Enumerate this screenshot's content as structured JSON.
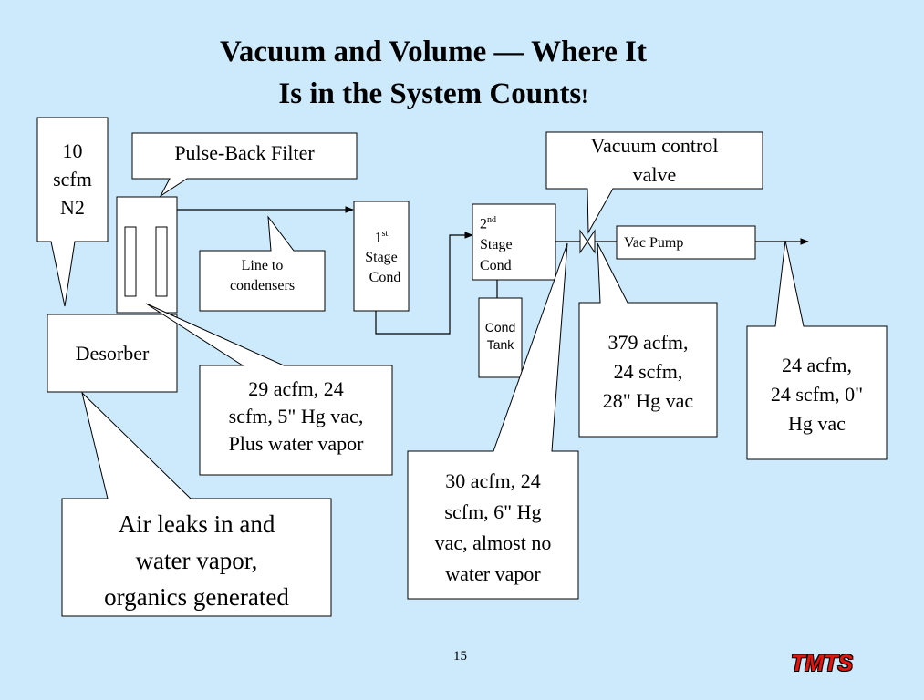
{
  "title": {
    "line1": "Vacuum and Volume — Where It",
    "line2_main": "Is in the System Counts",
    "line2_mark": "!"
  },
  "components": {
    "desorber": "Desorber",
    "stage1_num": "1",
    "stage1_sup": "st",
    "stage1_word": "Stage",
    "stage1_cond": "Cond",
    "stage2_num": "2",
    "stage2_sup": "nd",
    "stage2_word": "Stage",
    "stage2_cond": "Cond",
    "cond_tank_line1": "Cond",
    "cond_tank_line2": "Tank",
    "vac_pump": "Vac Pump"
  },
  "callouts": {
    "n2": [
      "10",
      "scfm",
      "N2"
    ],
    "filter": "Pulse-Back Filter",
    "line_to_condensers": [
      "Line to",
      "condensers"
    ],
    "vacuum_valve": [
      "Vacuum control",
      "valve"
    ],
    "filter_outlet": [
      "29 acfm, 24",
      "scfm, 5\" Hg vac,",
      "Plus water vapor"
    ],
    "desorber_leaks": [
      "Air leaks in and",
      "water vapor,",
      "organics generated"
    ],
    "condenser_outlet": [
      "30 acfm, 24",
      "scfm, 6\" Hg",
      "vac, almost no",
      "water vapor"
    ],
    "pump_inlet": [
      "379 acfm,",
      "24 scfm,",
      "28\" Hg vac"
    ],
    "pump_outlet": [
      "24 acfm,",
      "24 scfm, 0\"",
      "Hg vac"
    ]
  },
  "footer": {
    "page_number": "15",
    "brand": "TMTS"
  },
  "colors": {
    "background": "#cdeafd",
    "brand": "#e8140c"
  }
}
